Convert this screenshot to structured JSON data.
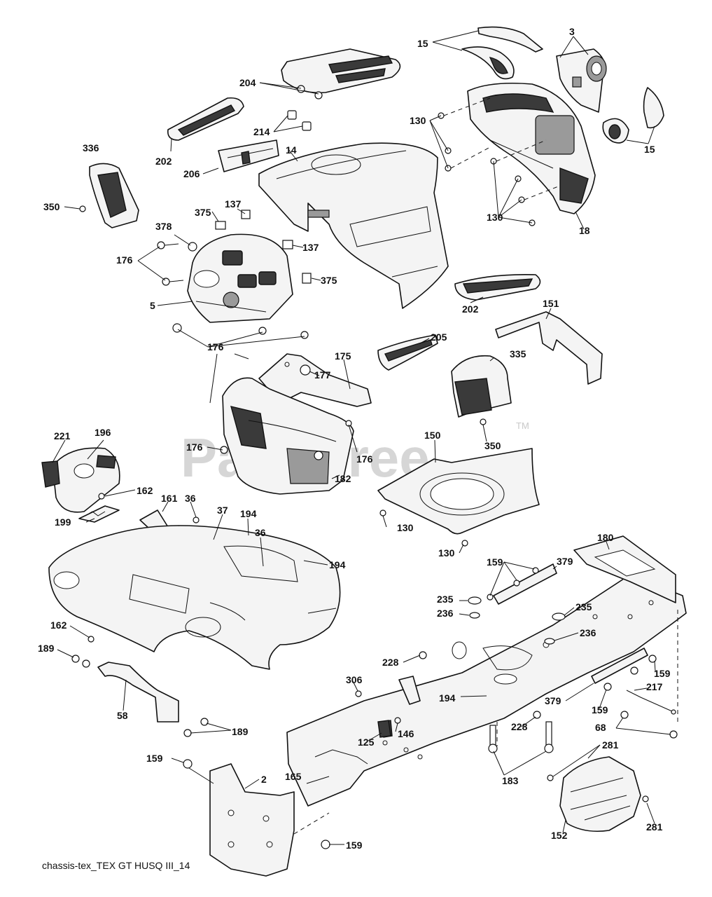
{
  "watermark": {
    "text": "PartsTree",
    "trademark": "TM"
  },
  "caption": "chassis-tex_TEX GT HUSQ III_14",
  "callouts": [
    {
      "id": "c15a",
      "label": "15"
    },
    {
      "id": "c3",
      "label": "3"
    },
    {
      "id": "c204",
      "label": "204"
    },
    {
      "id": "c130a",
      "label": "130"
    },
    {
      "id": "c214",
      "label": "214"
    },
    {
      "id": "c336",
      "label": "336"
    },
    {
      "id": "c202a",
      "label": "202"
    },
    {
      "id": "c14",
      "label": "14"
    },
    {
      "id": "c15b",
      "label": "15"
    },
    {
      "id": "c206",
      "label": "206"
    },
    {
      "id": "c350a",
      "label": "350"
    },
    {
      "id": "c375a",
      "label": "375"
    },
    {
      "id": "c137a",
      "label": "137"
    },
    {
      "id": "c130b",
      "label": "130"
    },
    {
      "id": "c18",
      "label": "18"
    },
    {
      "id": "c378",
      "label": "378"
    },
    {
      "id": "c137b",
      "label": "137"
    },
    {
      "id": "c176a",
      "label": "176"
    },
    {
      "id": "c375b",
      "label": "375"
    },
    {
      "id": "c5",
      "label": "5"
    },
    {
      "id": "c202b",
      "label": "202"
    },
    {
      "id": "c151",
      "label": "151"
    },
    {
      "id": "c176b",
      "label": "176"
    },
    {
      "id": "c205",
      "label": "205"
    },
    {
      "id": "c175",
      "label": "175"
    },
    {
      "id": "c177",
      "label": "177"
    },
    {
      "id": "c335",
      "label": "335"
    },
    {
      "id": "c221",
      "label": "221"
    },
    {
      "id": "c196",
      "label": "196"
    },
    {
      "id": "c150",
      "label": "150"
    },
    {
      "id": "c176c",
      "label": "176"
    },
    {
      "id": "c176d",
      "label": "176"
    },
    {
      "id": "c350b",
      "label": "350"
    },
    {
      "id": "c162a",
      "label": "162"
    },
    {
      "id": "c182",
      "label": "182"
    },
    {
      "id": "c161",
      "label": "161"
    },
    {
      "id": "c36a",
      "label": "36"
    },
    {
      "id": "c37",
      "label": "37"
    },
    {
      "id": "c194a",
      "label": "194"
    },
    {
      "id": "c36b",
      "label": "36"
    },
    {
      "id": "c130c",
      "label": "130"
    },
    {
      "id": "c199",
      "label": "199"
    },
    {
      "id": "c194b",
      "label": "194"
    },
    {
      "id": "c130d",
      "label": "130"
    },
    {
      "id": "c180",
      "label": "180"
    },
    {
      "id": "c159a",
      "label": "159"
    },
    {
      "id": "c379a",
      "label": "379"
    },
    {
      "id": "c235a",
      "label": "235"
    },
    {
      "id": "c235b",
      "label": "235"
    },
    {
      "id": "c236a",
      "label": "236"
    },
    {
      "id": "c162b",
      "label": "162"
    },
    {
      "id": "c236b",
      "label": "236"
    },
    {
      "id": "c189a",
      "label": "189"
    },
    {
      "id": "c228a",
      "label": "228"
    },
    {
      "id": "c159b",
      "label": "159"
    },
    {
      "id": "c217",
      "label": "217"
    },
    {
      "id": "c306",
      "label": "306"
    },
    {
      "id": "c194c",
      "label": "194"
    },
    {
      "id": "c379b",
      "label": "379"
    },
    {
      "id": "c159c",
      "label": "159"
    },
    {
      "id": "c58",
      "label": "58"
    },
    {
      "id": "c228b",
      "label": "228"
    },
    {
      "id": "c68",
      "label": "68"
    },
    {
      "id": "c189b",
      "label": "189"
    },
    {
      "id": "c146",
      "label": "146"
    },
    {
      "id": "c125",
      "label": "125"
    },
    {
      "id": "c281a",
      "label": "281"
    },
    {
      "id": "c159d",
      "label": "159"
    },
    {
      "id": "c2",
      "label": "2"
    },
    {
      "id": "c165",
      "label": "165"
    },
    {
      "id": "c183",
      "label": "183"
    },
    {
      "id": "c281b",
      "label": "281"
    },
    {
      "id": "c152",
      "label": "152"
    },
    {
      "id": "c159e",
      "label": "159"
    }
  ]
}
